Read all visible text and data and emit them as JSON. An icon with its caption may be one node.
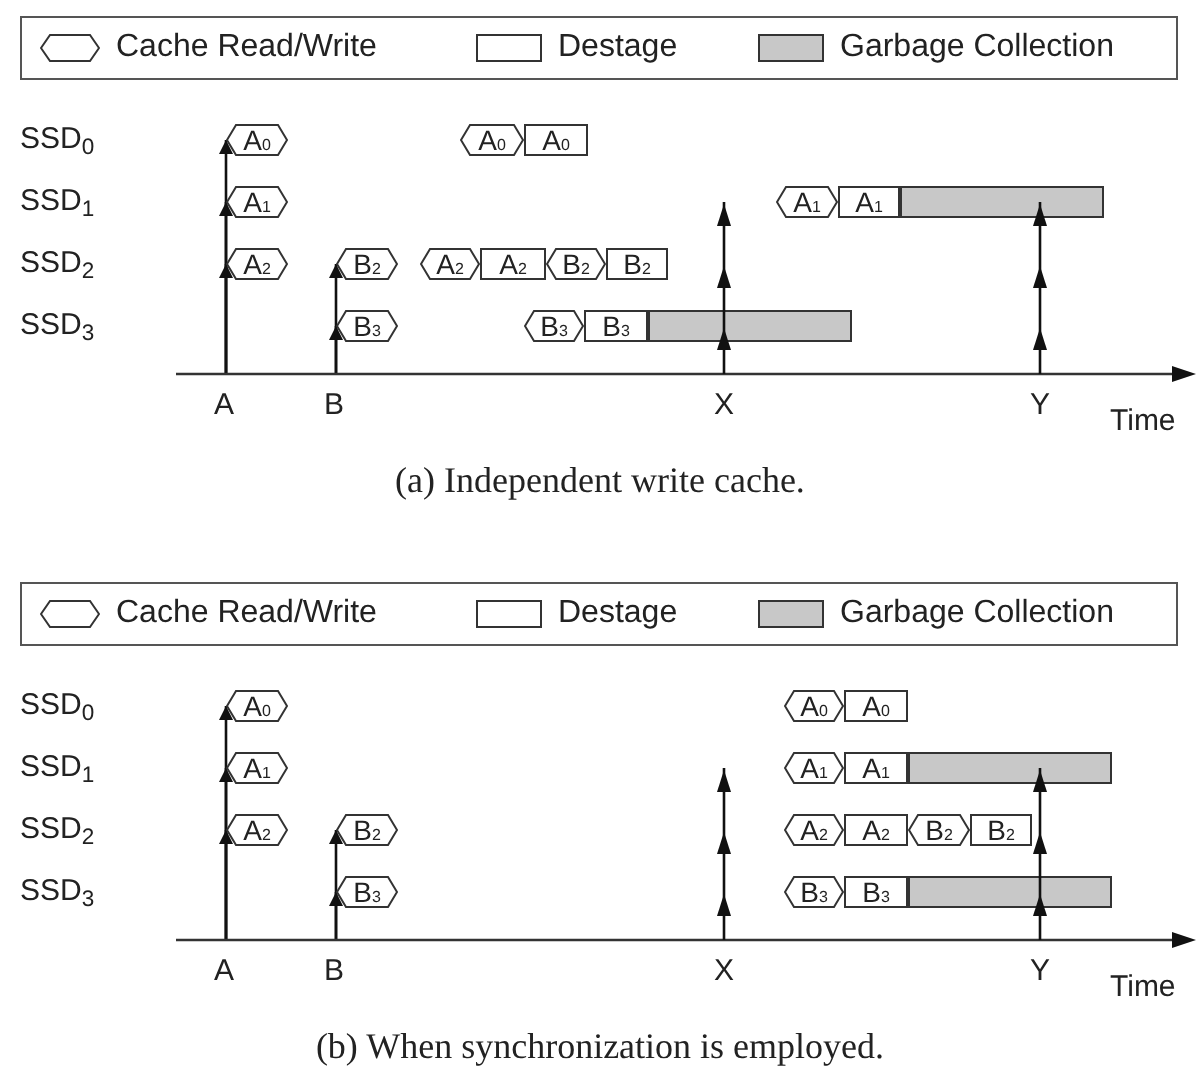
{
  "diagram": {
    "nodes": [
      {
        "text": [
          "A$_{0}$"
        ]
      },
      {
        "text": [
          "A$_{0}$"
        ]
      },
      {
        "text": [
          "A$_{0}$"
        ]
      },
      {
        "text": [
          "A$_{1}$"
        ]
      },
      {
        "text": [
          "A$_{1}$"
        ]
      },
      {
        "text": [
          "A$_{1}$"
        ]
      },
      {
        "text": [],
        "shape": "bar"
      },
      {
        "text": [
          "A$_{2}$"
        ]
      },
      {
        "text": [
          "B$_{2}$"
        ]
      },
      {
        "text": [
          "A$_{2}$"
        ]
      },
      {
        "text": [
          "A$_{2}$"
        ]
      },
      {
        "text": [
          "B$_{2}$"
        ]
      },
      {
        "text": [
          "B$_{2}$"
        ]
      },
      {
        "text": [
          "B$_{3}$"
        ]
      },
      {
        "text": [
          "B$_{3}$"
        ]
      },
      {
        "text": [
          "B$_{3}$"
        ]
      },
      {
        "text": [],
        "shape": "bar"
      },
      {
        "text": [
          "A$_{0}$"
        ]
      },
      {
        "text": [
          "A$_{0}$"
        ]
      },
      {
        "text": [
          "A$_{0}$"
        ]
      },
      {
        "text": [
          "A$_{1}$"
        ]
      },
      {
        "text": [
          "A$_{1}$"
        ]
      },
      {
        "text": [
          "A$_{1}$"
        ]
      },
      {
        "text": [],
        "shape": "bar"
      },
      {
        "text": [
          "A$_{2}$"
        ]
      },
      {
        "text": [
          "B$_{2}$"
        ]
      },
      {
        "text": [
          "A$_{2}$"
        ]
      },
      {
        "text": [
          "A$_{2}$"
        ]
      },
      {
        "text": [
          "B$_{2}$"
        ]
      },
      {
        "text": [
          "B$_{2}$"
        ]
      },
      {
        "text": [
          "B$_{3}$"
        ]
      },
      {
        "text": [
          "B$_{3}$"
        ]
      },
      {
        "text": [
          "B$_{3}$"
        ]
      },
      {
        "text": [],
        "shape": "bar"
      }
    ],
    "edges": [
      {
        "from": null,
        "to": 7,
        "arrow": "to"
      },
      {
        "from": null,
        "to": 3,
        "arrow": "to"
      },
      {
        "from": null,
        "to": 0,
        "arrow": "to"
      },
      {
        "from": null,
        "to": 13,
        "arrow": "to"
      },
      {
        "from": null,
        "to": 8,
        "arrow": "to"
      },
      {
        "from": null,
        "to": 24,
        "arrow": "to"
      },
      {
        "from": null,
        "to": 20,
        "arrow": "to"
      },
      {
        "from": null,
        "to": 17,
        "arrow": "to"
      },
      {
        "from": null,
        "to": 30,
        "arrow": "to"
      },
      {
        "from": null,
        "to": 25,
        "arrow": "to"
      }
    ],
    "labels": [
      "SSD$_{0}$",
      "SSD$_{1}$",
      "SSD$_{2}$",
      "SSD$_{3}$",
      "A",
      "B",
      "X",
      "Y",
      "Time",
      "(a) Independent write cache.",
      "SSD$_{0}$",
      "SSD$_{1}$",
      "SSD$_{2}$",
      "SSD$_{3}$",
      "A",
      "B",
      "X",
      "Y",
      "Time",
      "(b) When synchronization is employed."
    ],
    "legend": [
      {
        "text": "Cache Read/Write"
      },
      {
        "text": "Destage"
      },
      {
        "text": "Garbage Collection",
        "color": "#c8c8c8"
      },
      {
        "text": "Cache Read/Write"
      },
      {
        "text": "Destage"
      },
      {
        "text": "Garbage Collection",
        "color": "#c8c8c8"
      }
    ]
  }
}
